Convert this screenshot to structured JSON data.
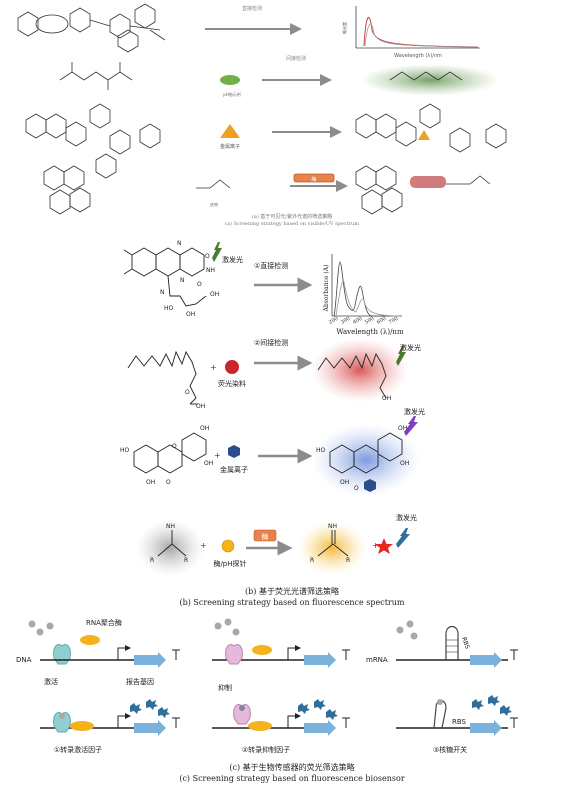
{
  "panel_a": {
    "caption_cn": "(a) 基于可见光/紫外光谱的筛选策略",
    "caption_en": "(a) Screening strategy based on visible/UV spectrum",
    "arrow_top": "直接检测",
    "arrow_indirect": "间接检测",
    "ph_indicator": "pH指示剂",
    "metal_ion": "金属离子",
    "enzyme": "酶",
    "substrate": "底物",
    "uv_xlabel": "Wavelength (λ)/nm",
    "uv_ylabel": "吸光度"
  },
  "panel_b": {
    "excitation": "激发光",
    "direct": "①直接检测",
    "indirect": "②间接检测",
    "dye": "荧光染料",
    "metal_ion": "金属离子",
    "enzyme": "酶",
    "probe": "酶/pH探针",
    "spec_ylabel": "Absorbance (A)",
    "spec_xlabel": "Wavelength (λ)/nm",
    "spec_xticks": [
      "200",
      "300",
      "400",
      "500",
      "600",
      "700"
    ],
    "caption_cn": "(b) 基于荧光光谱筛选策略",
    "caption_en": "(b) Screening strategy based on fluorescence spectrum"
  },
  "panel_c": {
    "rna_pol": "RNA聚合酶",
    "dna": "DNA",
    "mrna": "mRNA",
    "activate": "激活",
    "reporter": "报告基因",
    "repress": "抑制",
    "rbs": "RBS",
    "activator": "①转录激活因子",
    "repressor": "②转录抑制因子",
    "riboswitch": "③核糖开关",
    "caption_cn": "(c) 基于生物传感器的荧光筛选策略",
    "caption_en": "(c) Screening strategy based on fluorescence biosensor"
  },
  "colors": {
    "arrow_gray": "#8c8c8c",
    "green_glow": "#7aa46a",
    "red_glow": "#d85a5a",
    "blue_glow": "#7c9ae0",
    "yellow_glow": "#f4c24a",
    "enzyme_box": "#e9824a",
    "green_ellipse": "#74b04a",
    "metal_triangle": "#f0a020",
    "reporter_blue": "#7ab2dc",
    "rna_pol_yellow": "#f5b21a",
    "activator_teal": "#8fcfcf",
    "repressor_pink": "#e6b8dc",
    "fluor_blue": "#2f6f9a",
    "star_red": "#e8271f",
    "hexagon_blue": "#2b4e8a",
    "dye_red": "#c9262a"
  }
}
